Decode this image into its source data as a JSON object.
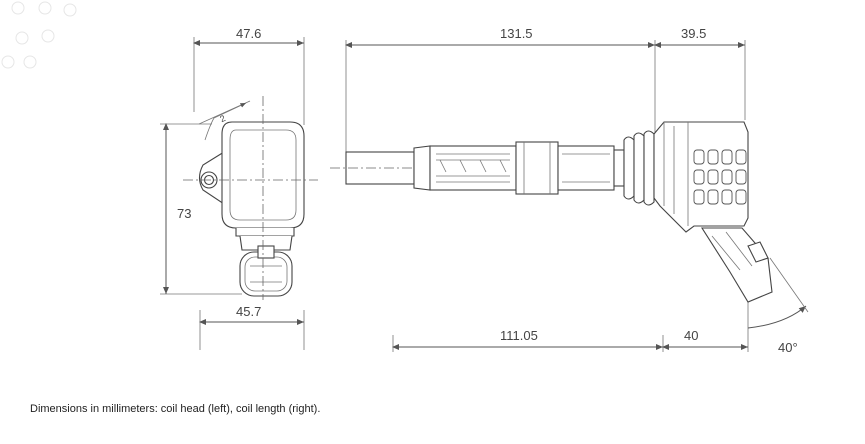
{
  "dimensions": {
    "head_width_top": "47.6",
    "head_height": "73",
    "head_width_bottom": "45.7",
    "length_top_main": "131.5",
    "length_top_end": "39.5",
    "length_bottom_main": "111.05",
    "length_bottom_end": "40",
    "angle": "40°",
    "small_radius": "2"
  },
  "caption": "Dimensions in millimeters: coil head (left), coil length (right).",
  "colors": {
    "line": "#555555",
    "text": "#444444",
    "background": "#ffffff"
  }
}
